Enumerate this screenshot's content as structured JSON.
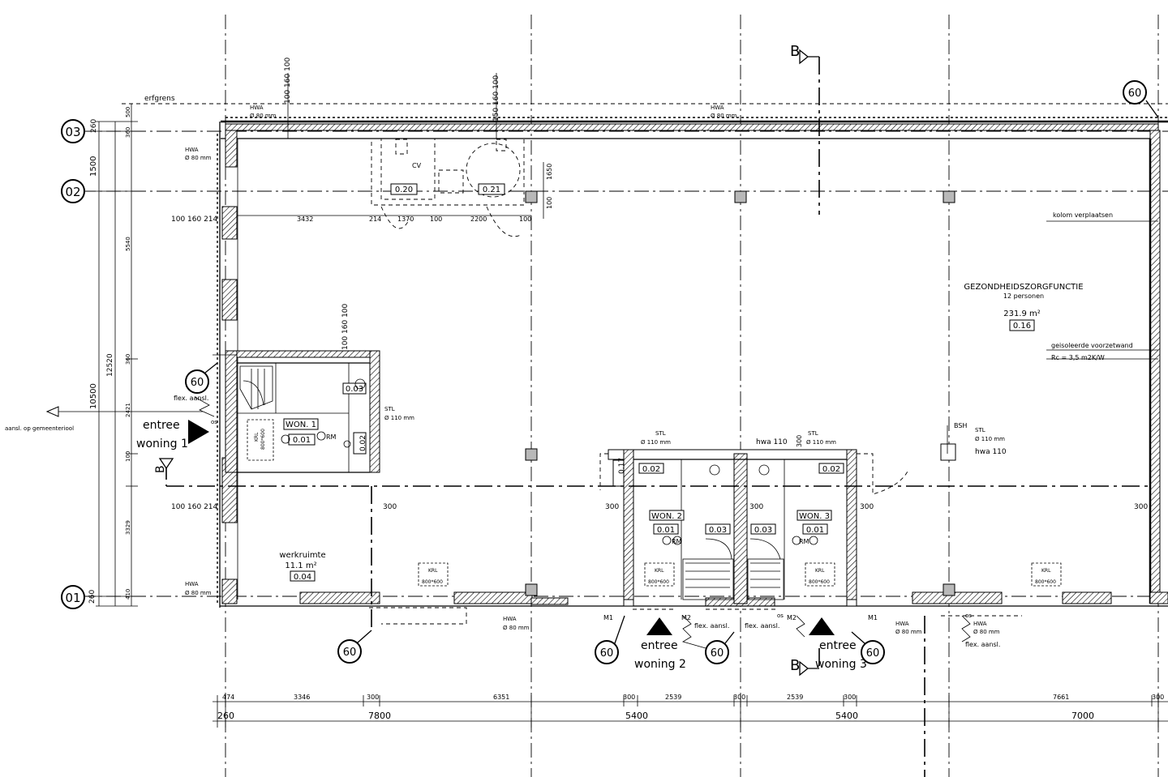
{
  "grid_axes": [
    "03",
    "02",
    "01"
  ],
  "fire_rating": "60",
  "section_marker": "B",
  "labels": {
    "erfgrens": "erfgrens",
    "hwa80": "HWA",
    "hwa80_dim": "Ø 80 mm",
    "cv": "CV",
    "room_020": "0.20",
    "room_021": "0.21",
    "kolom": "kolom verplaatsen",
    "gzf_title": "GEZONDHEIDSZORGFUNCTIE",
    "gzf_persons": "12 personen",
    "gzf_area": "231.9 m²",
    "gzf_code": "0.16",
    "voorzetwand": "geisoleerde voorzetwand",
    "rc": "Rc = 3,5 m2K/W",
    "stl": "STL",
    "stl_dim": "Ø 110 mm",
    "bsh": "BSH",
    "hwa110": "hwa  110",
    "flex": "flex. aansl.",
    "entree": "entree",
    "woning1": "woning 1",
    "woning2": "woning 2",
    "woning3": "woning 3",
    "aansl": "aansl. op gemeenteriool",
    "won1": "WON. 1",
    "won2": "WON. 2",
    "won3": "WON. 3",
    "r001": "0.01",
    "r002": "0.02",
    "r003": "0.03",
    "r017": "0.17",
    "rm": "RM",
    "krl": "KRL",
    "krl_dim": "800*600",
    "werkruimte": "werkruimte",
    "werk_area": "11.1 m²",
    "werk_code": "0.04",
    "os": "os",
    "m1": "M1",
    "m2": "M2"
  },
  "dims": {
    "d100_160_214": "100 160 214",
    "d100_160_100": "100 160 100",
    "d150_160_100": "150 160 100",
    "d3432": "3432",
    "d214": "214",
    "d1370": "1370",
    "d100": "100",
    "d2200": "2200",
    "d1650": "1650",
    "d300": "300",
    "v260": "260",
    "v500": "500",
    "v360": "360",
    "v1500": "1500",
    "v5540": "5540",
    "v12520": "12520",
    "v10500": "10500",
    "v2421": "2421",
    "v100": "100",
    "v3329": "3329",
    "v410": "410",
    "b474": "474",
    "b3346": "3346",
    "b300": "300",
    "b6351": "6351",
    "b2539": "2539",
    "b7661": "7661",
    "t260": "260",
    "t7800": "7800",
    "t5400": "5400",
    "t7000": "7000"
  }
}
